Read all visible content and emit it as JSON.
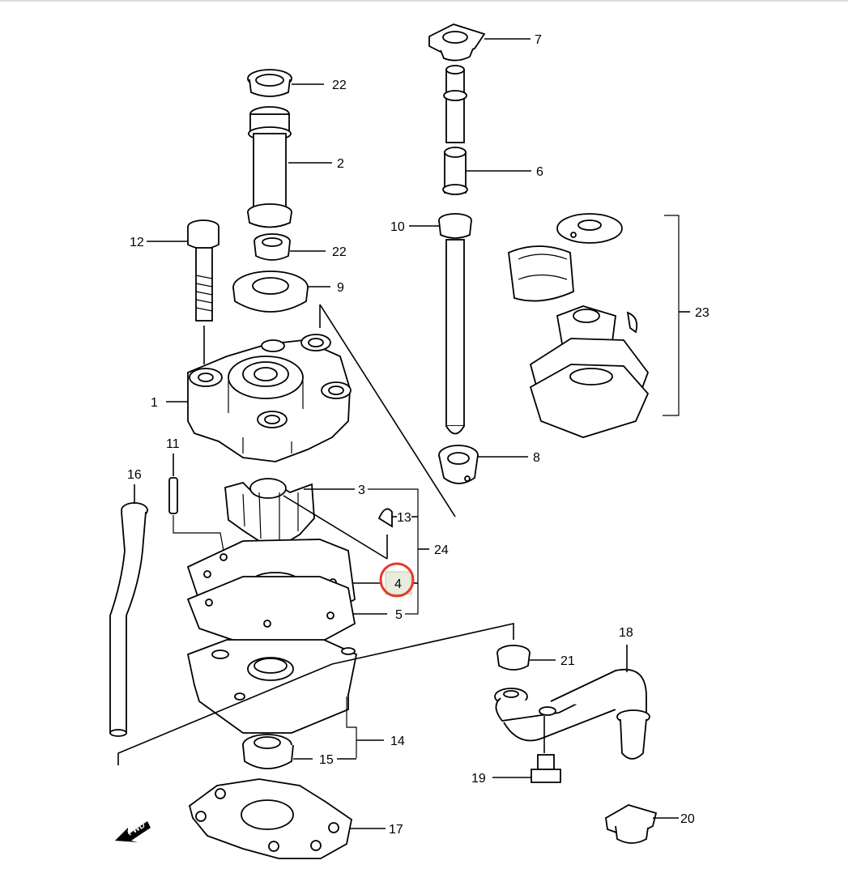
{
  "callouts": [
    "22",
    "2",
    "22",
    "9",
    "12",
    "1",
    "7",
    "6",
    "10",
    "8",
    "23",
    "11",
    "16",
    "3",
    "13",
    "24",
    "4",
    "5",
    "21",
    "18",
    "14",
    "15",
    "19",
    "20",
    "17"
  ],
  "direction_badge": "FWD",
  "highlight": {
    "callout": "4",
    "ring_color": "#e53a2a"
  }
}
